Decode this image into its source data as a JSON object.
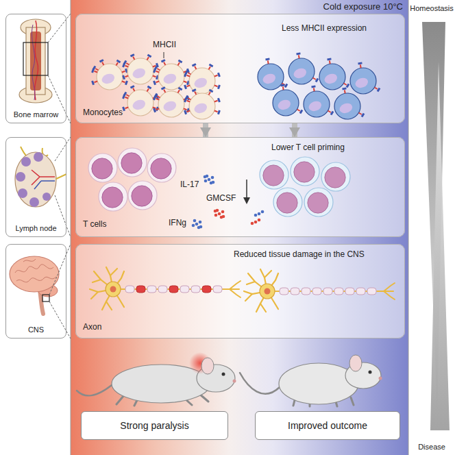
{
  "diagram": {
    "nodes": [
      {
        "text": [
          "Bone marrow"
        ]
      },
      {
        "text": [
          "Lymph node"
        ]
      },
      {
        "text": [
          "CNS"
        ]
      },
      {
        "text": [
          "MHCII",
          "Monocytes",
          "Less MHCII expression"
        ]
      },
      {
        "text": [
          "Lower T cell priming",
          "IL-17",
          "GMCSF",
          "IFNg",
          "T cells"
        ]
      },
      {
        "text": [
          "Reduced tissue damage in the CNS",
          "Axon"
        ]
      },
      {
        "text": [
          "Strong paralysis"
        ]
      },
      {
        "text": [
          "Improved outcome"
        ]
      }
    ],
    "edges": [
      {
        "from": 3,
        "to": 4,
        "arrow": "to"
      },
      {
        "from": 3,
        "to": 4,
        "arrow": "to"
      }
    ],
    "labels": [
      "Cold exposure 10°C",
      "Homeostasis",
      "Disease"
    ]
  }
}
